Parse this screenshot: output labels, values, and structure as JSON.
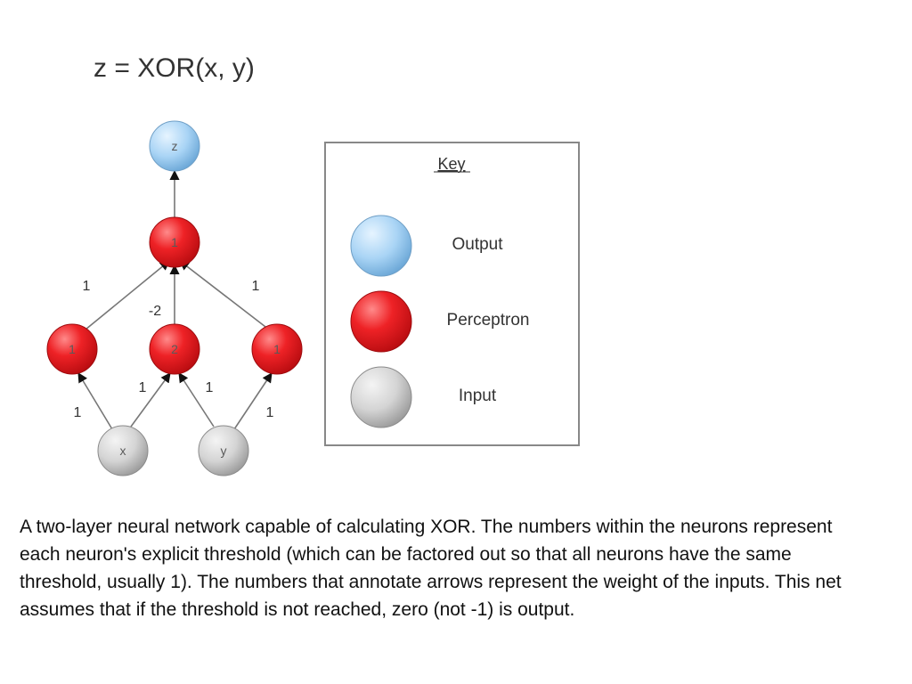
{
  "title": "z = XOR(x, y)",
  "nodes": {
    "output_z": {
      "label": "z",
      "type": "output"
    },
    "hidden_top": {
      "label": "1",
      "type": "perceptron"
    },
    "hidden_left": {
      "label": "1",
      "type": "perceptron"
    },
    "hidden_mid": {
      "label": "2",
      "type": "perceptron"
    },
    "hidden_right": {
      "label": "1",
      "type": "perceptron"
    },
    "input_x": {
      "label": "x",
      "type": "input"
    },
    "input_y": {
      "label": "y",
      "type": "input"
    }
  },
  "weights": {
    "left_to_top": "1",
    "mid_to_top": "-2",
    "right_to_top": "1",
    "x_to_left": "1",
    "x_to_mid": "1",
    "y_to_mid": "1",
    "y_to_right": "1"
  },
  "key": {
    "title": "Key",
    "items": [
      {
        "label": "Output",
        "color": "#a9d4f5"
      },
      {
        "label": "Perceptron",
        "color": "#e8161b"
      },
      {
        "label": "Input",
        "color": "#d4d4d4"
      }
    ]
  },
  "colors": {
    "output": "#a9d4f5",
    "perceptron": "#e8161b",
    "input": "#d4d4d4",
    "edge": "#777777"
  },
  "caption": "A two-layer neural network capable of calculating XOR. The numbers within the neurons represent each neuron's explicit threshold (which can be factored out so that all neurons have the same threshold, usually 1). The numbers that annotate arrows represent the weight of the inputs. This net assumes that if the threshold is not reached, zero (not -1) is output."
}
